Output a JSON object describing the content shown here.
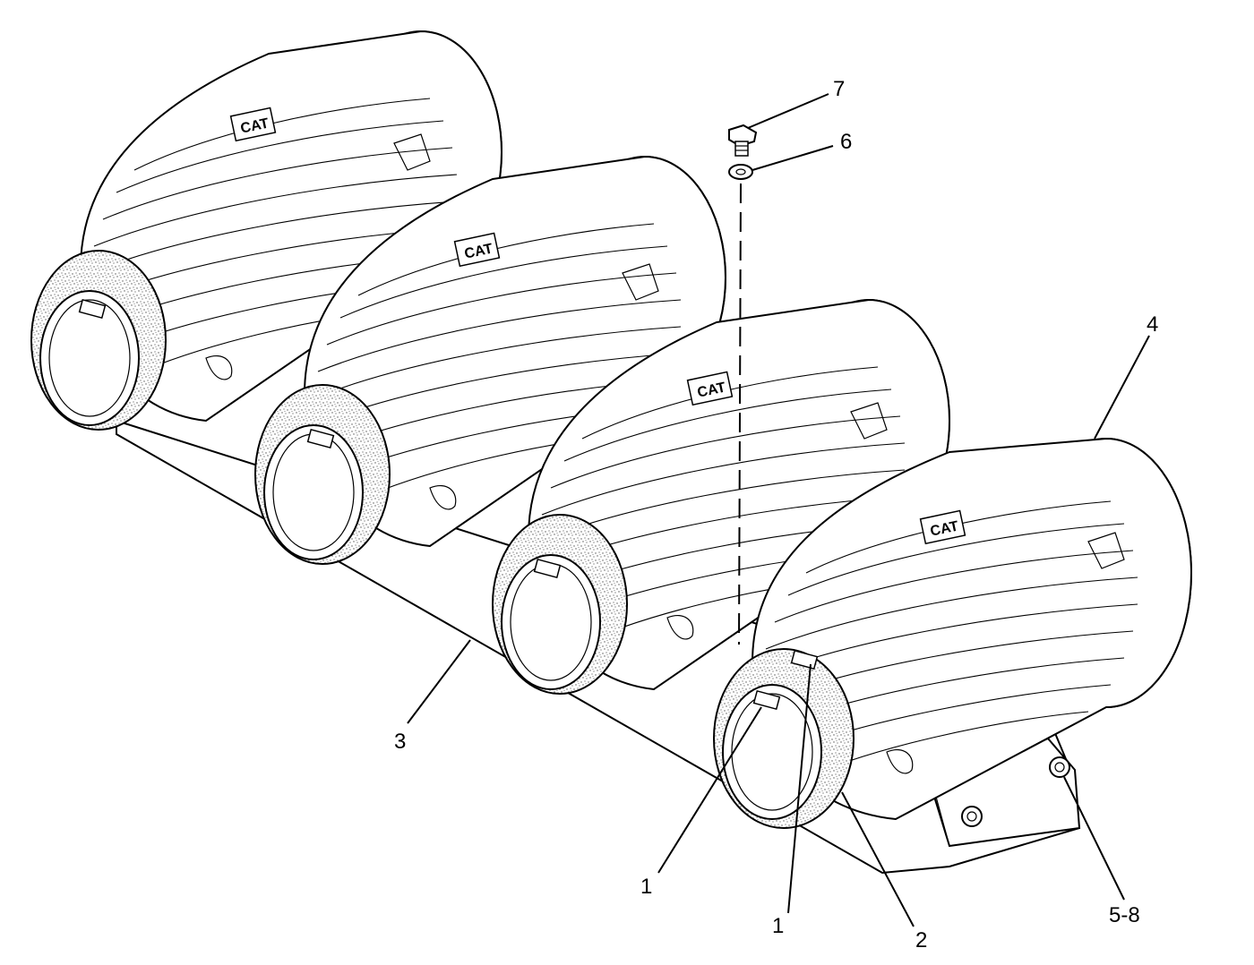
{
  "callouts": [
    {
      "id": "c7",
      "label": "7"
    },
    {
      "id": "c6",
      "label": "6"
    },
    {
      "id": "c4",
      "label": "4"
    },
    {
      "id": "c3",
      "label": "3"
    },
    {
      "id": "c1a",
      "label": "1"
    },
    {
      "id": "c1b",
      "label": "1"
    },
    {
      "id": "c2",
      "label": "2"
    },
    {
      "id": "c58",
      "label": "5-8"
    }
  ],
  "filter_housings": [
    {
      "id": "housing-1",
      "logo": "CAT"
    },
    {
      "id": "housing-2",
      "logo": "CAT"
    },
    {
      "id": "housing-3",
      "logo": "CAT"
    },
    {
      "id": "housing-4",
      "logo": "CAT"
    }
  ],
  "colors": {
    "line": "#000000",
    "background": "#ffffff",
    "gasket_speckle": "#555555"
  }
}
